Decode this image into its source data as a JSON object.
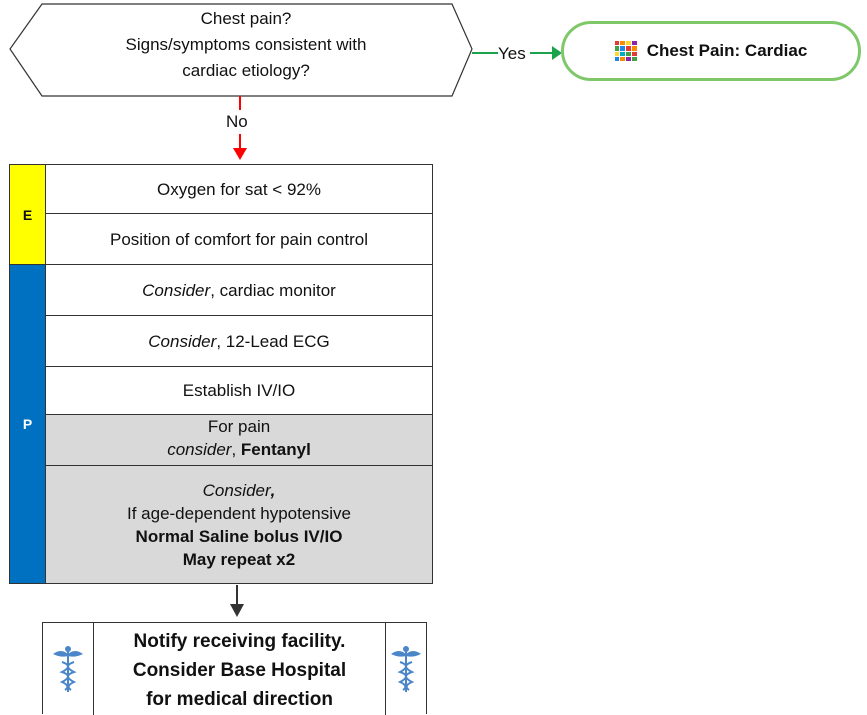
{
  "decision": {
    "line1": "Chest pain?",
    "line2": "Signs/symptoms consistent with",
    "line3": "cardiac etiology?"
  },
  "branches": {
    "yes": "Yes",
    "no": "No"
  },
  "terminal": {
    "label": "Chest Pain: Cardiac",
    "icon": "protocol-grid-icon"
  },
  "sections": {
    "e_label": "E",
    "p_label": "P"
  },
  "rows": {
    "oxygen": "Oxygen for sat < 92%",
    "position": "Position of comfort for pain control",
    "monitor_italic": "Consider",
    "monitor_rest": ", cardiac monitor",
    "ecg_italic": "Consider",
    "ecg_rest": ", 12-Lead ECG",
    "iv": "Establish IV/IO",
    "pain_line1": "For pain",
    "pain_italic": "consider",
    "pain_comma": ", ",
    "pain_drug": "Fentanyl",
    "ns_italic": "Consider",
    "ns_comma": ",",
    "ns_line2": "If age-dependent hypotensive",
    "ns_line3": "Normal Saline bolus IV/IO",
    "ns_line4": "May repeat x2"
  },
  "notify": {
    "line1": "Notify receiving facility.",
    "line2": "Consider Base Hospital",
    "line3": "for medical direction",
    "icon": "caduceus-icon"
  },
  "colors": {
    "yes_arrow": "#1aa34a",
    "no_arrow": "#ff0000",
    "terminal_border": "#7ec86a",
    "e_band": "#ffff00",
    "p_band": "#0070c0",
    "gray_row": "#d9d9d9",
    "caduceus": "#4a86c8"
  }
}
